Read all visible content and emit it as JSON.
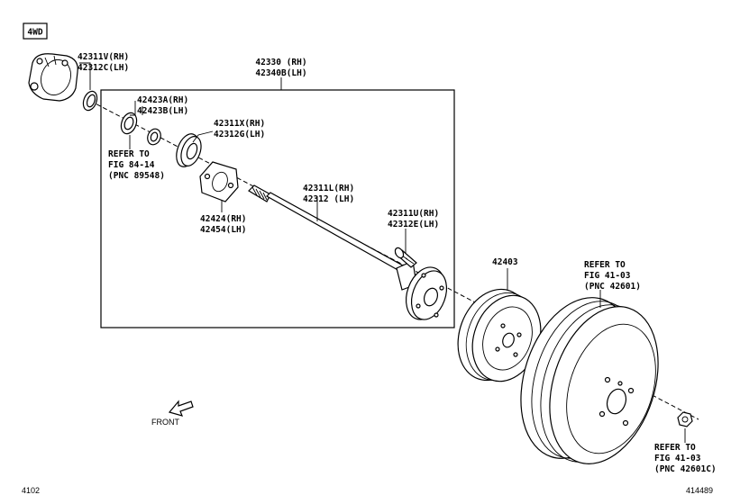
{
  "badge": "4WD",
  "labels": {
    "p42311v": "42311V(RH)",
    "p42312c": "42312C(LH)",
    "p42330": "42330 (RH)",
    "p42340b": "42340B(LH)",
    "p42423a": "42423A(RH)",
    "p42423b": "42423B(LH)",
    "p42311x": "42311X(RH)",
    "p42312g": "42312G(LH)",
    "refer1_1": "REFER TO",
    "refer1_2": "FIG 84-14",
    "refer1_3": "(PNC 89548)",
    "p42424": "42424(RH)",
    "p42454": "42454(LH)",
    "p42311l": "42311L(RH)",
    "p42312": "42312  (LH)",
    "p42311u": "42311U(RH)",
    "p42312e": "42312E(LH)",
    "p42403": "42403",
    "refer2_1": "REFER TO",
    "refer2_2": "FIG 41-03",
    "refer2_3": "(PNC 42601)",
    "refer3_1": "REFER TO",
    "refer3_2": "FIG 41-03",
    "refer3_3": "(PNC 42601C)",
    "front": "FRONT",
    "code_left": "4102",
    "code_right": "414489"
  }
}
